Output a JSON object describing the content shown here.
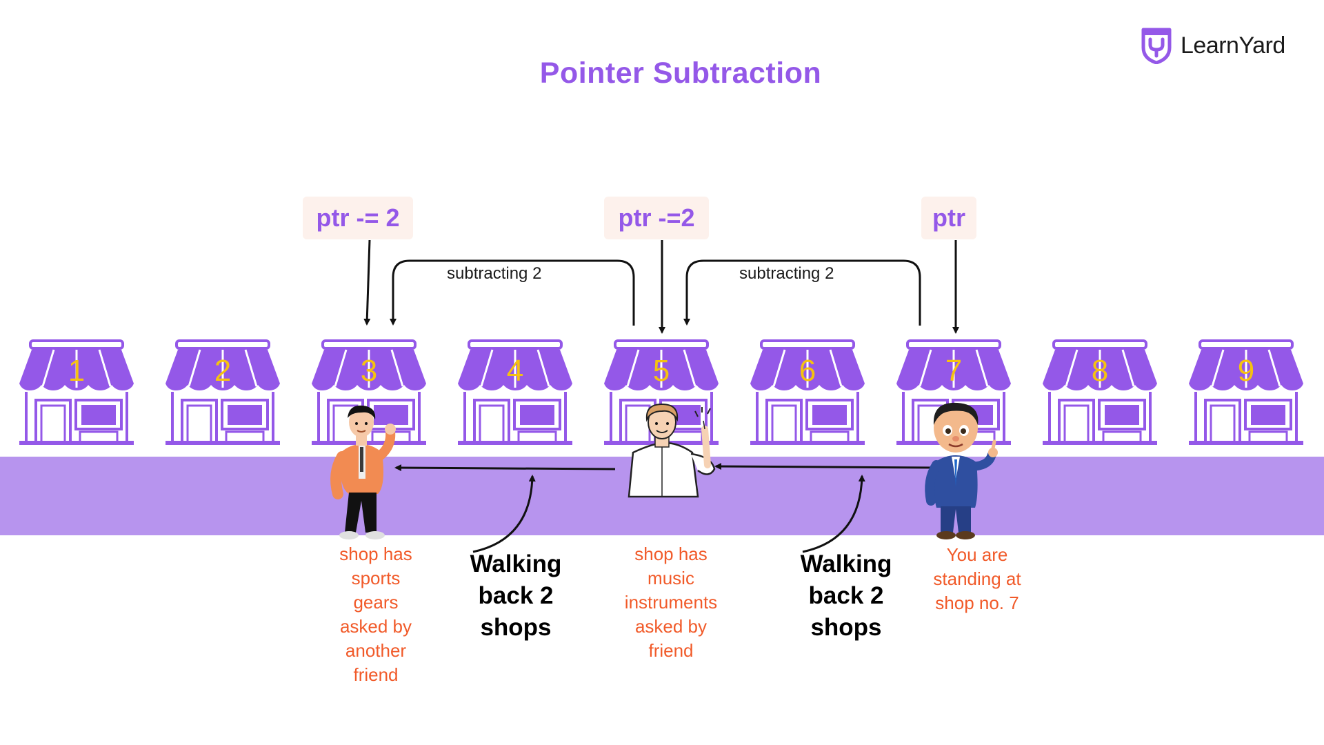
{
  "title": "Pointer Subtraction",
  "logo": {
    "text": "LearnYard",
    "icon": "shield-y-icon"
  },
  "colors": {
    "accent": "#9458E8",
    "road": "#B794EE",
    "number": "#F5C211",
    "note": "#F15A29",
    "box": "#FDF1EC"
  },
  "pointers": [
    {
      "label": "ptr -= 2",
      "shop": 3
    },
    {
      "label": "ptr -=2",
      "shop": 5
    },
    {
      "label": "ptr",
      "shop": 7
    }
  ],
  "subtract_labels": [
    "subtracting 2",
    "subtracting 2"
  ],
  "shops": [
    "1",
    "2",
    "3",
    "4",
    "5",
    "6",
    "7",
    "8",
    "9"
  ],
  "walking_labels": [
    [
      "Walking",
      "back 2",
      "shops"
    ],
    [
      "Walking",
      "back 2",
      "shops"
    ]
  ],
  "notes": [
    [
      "shop has",
      "sports",
      "gears",
      "asked by",
      "another",
      "friend"
    ],
    [
      "shop has",
      "music",
      "instruments",
      "asked by",
      "friend"
    ],
    [
      "You are",
      "standing at",
      "shop no. 7"
    ]
  ]
}
